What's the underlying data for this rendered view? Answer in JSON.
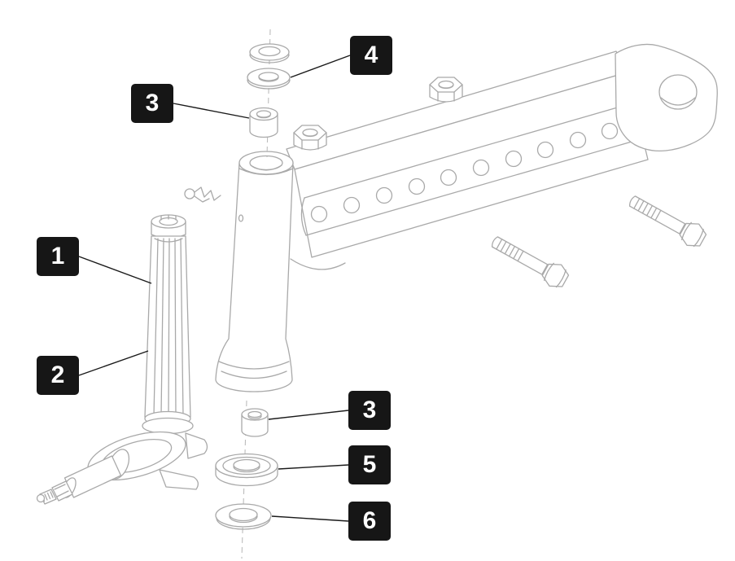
{
  "diagram": {
    "type": "exploded-parts-diagram",
    "description": "Exploded view parts diagram of a front axle beam and spindle assembly with numbered callouts",
    "callouts": [
      {
        "id": "callout-4",
        "label": "4"
      },
      {
        "id": "callout-3-top",
        "label": "3"
      },
      {
        "id": "callout-1",
        "label": "1"
      },
      {
        "id": "callout-2",
        "label": "2"
      },
      {
        "id": "callout-3-bottom",
        "label": "3"
      },
      {
        "id": "callout-5",
        "label": "5"
      },
      {
        "id": "callout-6",
        "label": "6"
      }
    ],
    "parts": [
      "axle-beam",
      "spindle-shaft",
      "spindle-knuckle",
      "bushing-top",
      "bushing-bottom",
      "flat-washer",
      "cup-washer",
      "thick-washer",
      "seal-washer",
      "hex-nut",
      "hex-bolt",
      "cotter-pin"
    ],
    "colors": {
      "background": "#ffffff",
      "line": "#a9a9a9",
      "leader": "#1a1a1a",
      "callout_bg": "#161616",
      "callout_text": "#ffffff",
      "centerline": "#bcbcbc"
    }
  }
}
